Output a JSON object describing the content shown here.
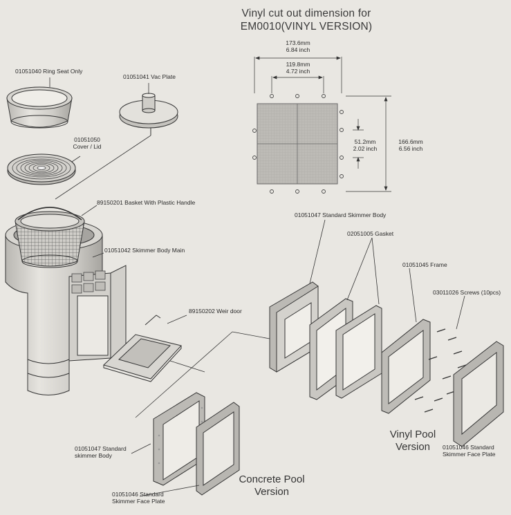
{
  "title": {
    "line1": "Vinyl cut out dimension for",
    "line2": "EM0010(VINYL VERSION)"
  },
  "dimensions": {
    "outer_width_mm": "173.6mm",
    "outer_width_in": "6.84 inch",
    "inner_width_mm": "119.8mm",
    "inner_width_in": "4.72 inch",
    "hole_gap_mm": "51.2mm",
    "hole_gap_in": "2.02 inch",
    "height_mm": "166.6mm",
    "height_in": "6.56 inch"
  },
  "parts": {
    "ring_seat": "01051040 Ring Seat Only",
    "vac_plate": "01051041 Vac Plate",
    "cover_lid_code": "01051050",
    "cover_lid_name": "Cover / Lid",
    "basket": "89150201  Basket With Plastic Handle",
    "skimmer_body_main": "01051042 Skimmer Body Main",
    "weir_door": "89150202  Weir door",
    "std_skimmer_body_top": "01051047 Standard Skimmer Body",
    "gasket": "02051005  Gasket",
    "frame": "01051045  Frame",
    "screws": "03011026  Screws (10pcs)",
    "concrete_body_code": "01051047 Standard",
    "concrete_body_name": "skimmer Body",
    "concrete_face_code": "01051046 Standard",
    "concrete_face_name": "Skimmer Face Plate",
    "vinyl_face_code": "01051046 Standard",
    "vinyl_face_name": "Skimmer Face Plate"
  },
  "versions": {
    "vinyl_line1": "Vinyl Pool",
    "vinyl_line2": "Version",
    "concrete_line1": "Concrete Pool",
    "concrete_line2": "Version"
  }
}
